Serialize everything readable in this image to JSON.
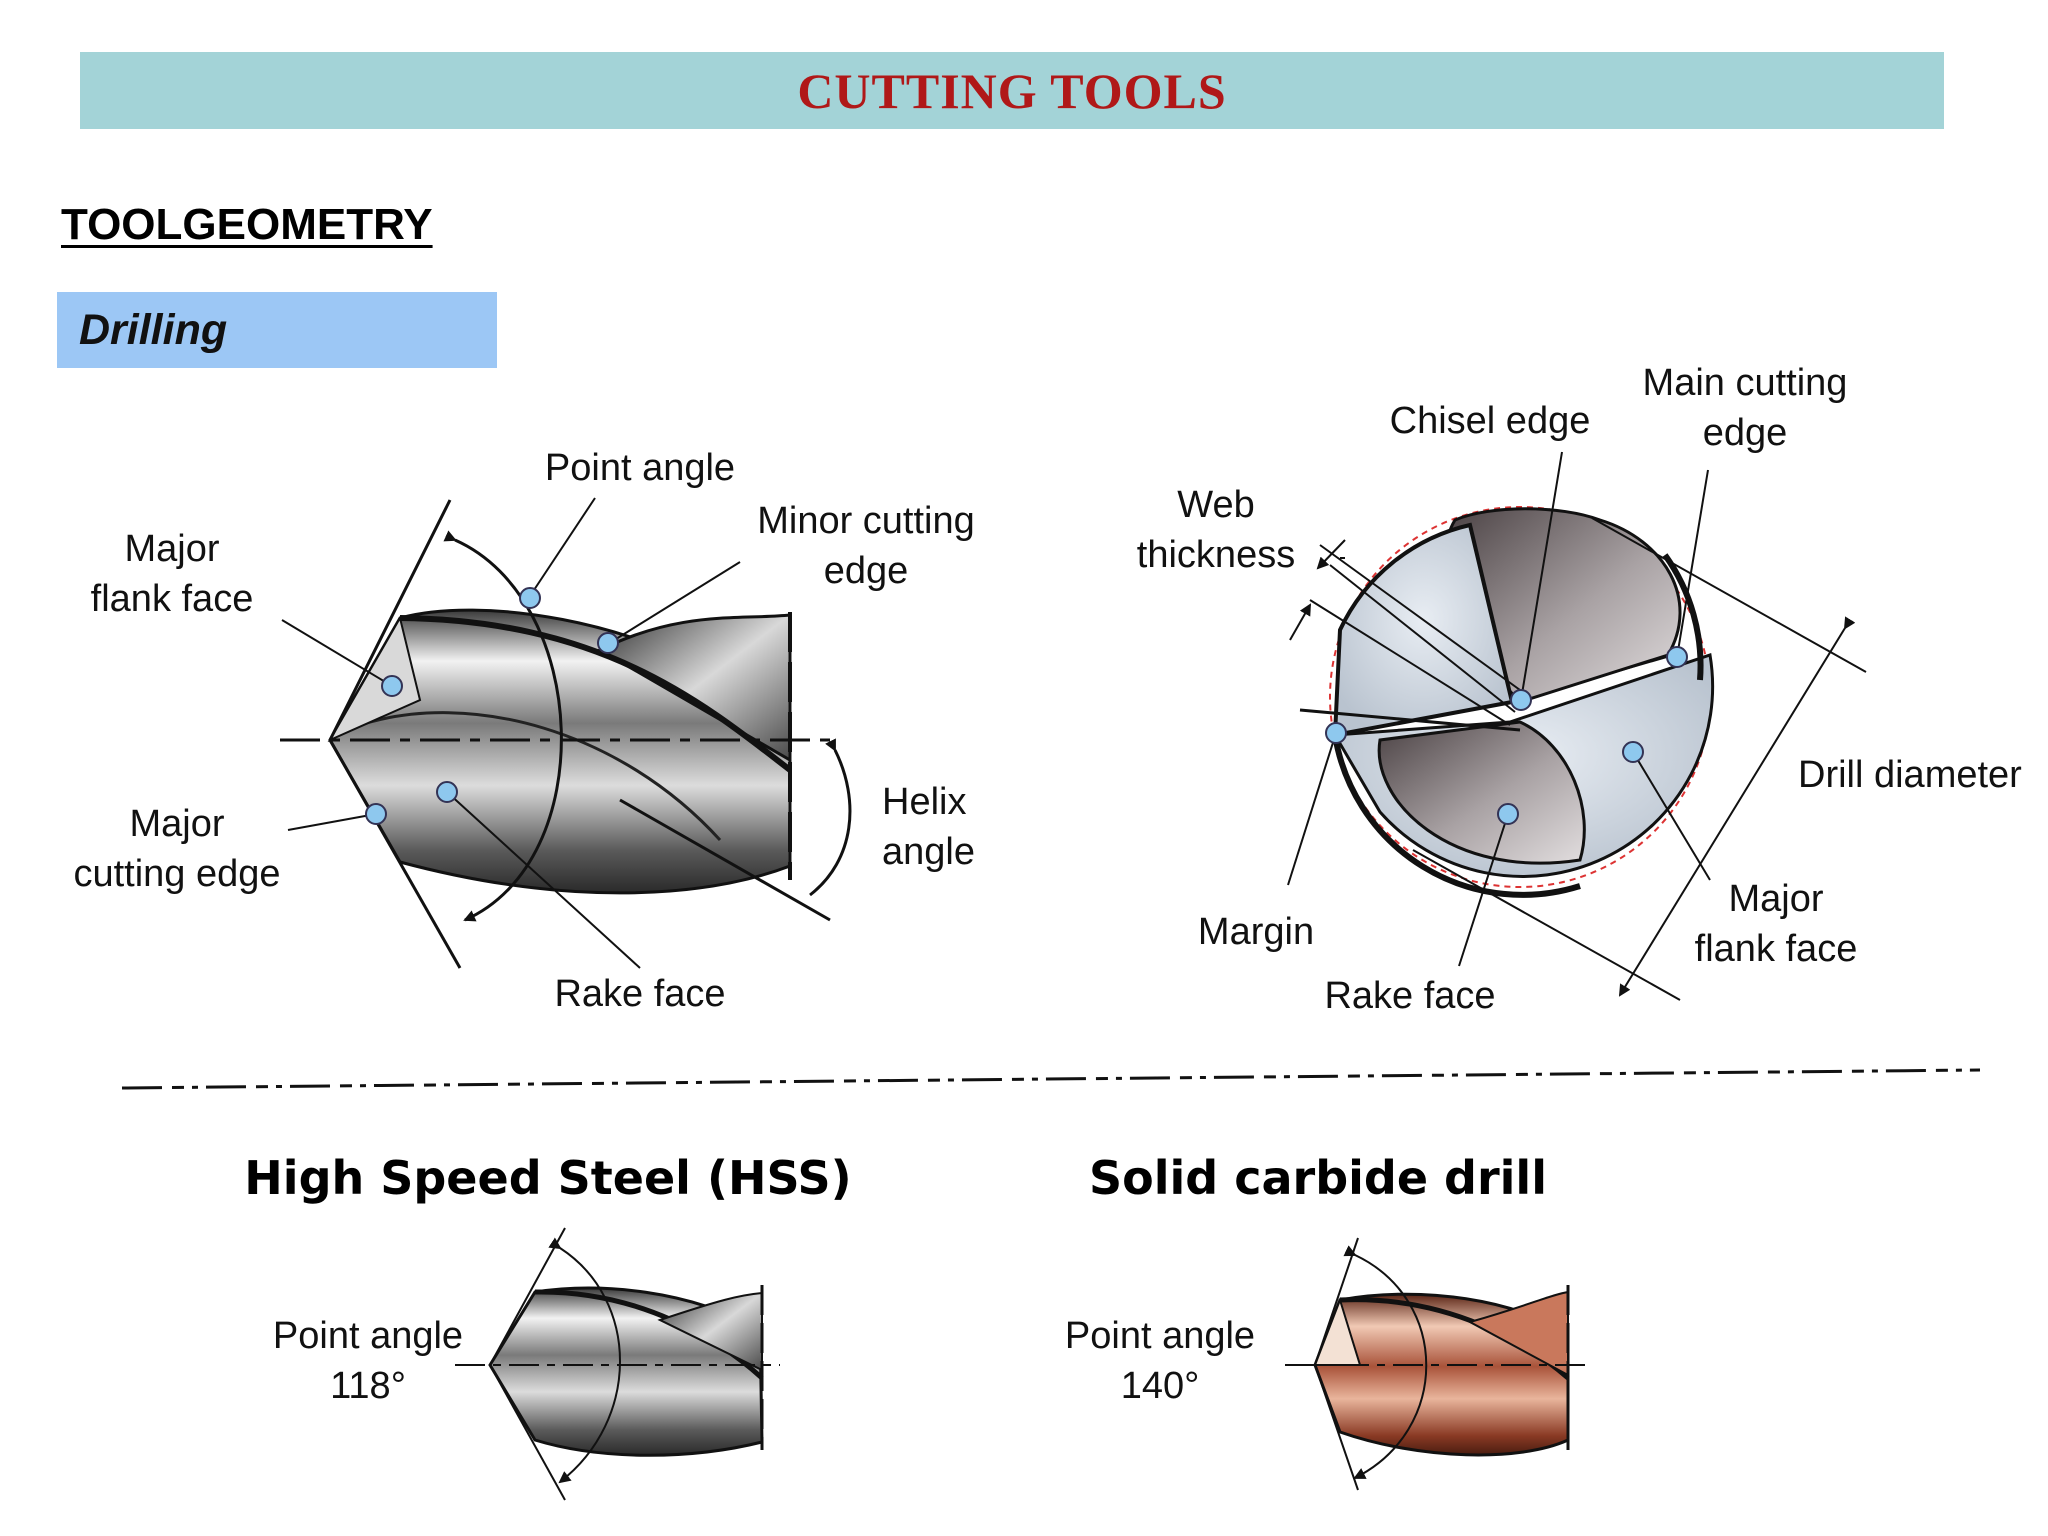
{
  "banner": {
    "title": "CUTTING TOOLS"
  },
  "section": {
    "heading": "TOOLGEOMETRY"
  },
  "subsection": {
    "label": "Drilling"
  },
  "side_view": {
    "point_angle": "Point angle",
    "minor_cutting_edge": [
      "Minor cutting",
      "edge"
    ],
    "major_flank_face": [
      "Major",
      "flank face"
    ],
    "major_cutting_edge": [
      "Major",
      "cutting edge"
    ],
    "helix_angle": [
      "Helix",
      "angle"
    ],
    "rake_face": "Rake face"
  },
  "end_view": {
    "chisel_edge": "Chisel edge",
    "main_cutting_edge": [
      "Main cutting",
      "edge"
    ],
    "web_thickness": [
      "Web",
      "thickness"
    ],
    "drill_diameter": "Drill diameter",
    "major_flank_face": [
      "Major",
      "flank face"
    ],
    "margin": "Margin",
    "rake_face": "Rake face"
  },
  "hss": {
    "title": "High Speed Steel (HSS)",
    "point_angle": [
      "Point angle",
      "118°"
    ]
  },
  "carbide": {
    "title": "Solid carbide drill",
    "point_angle": [
      "Point angle",
      "140°"
    ]
  },
  "colors": {
    "banner_bg": "#a3d3d7",
    "banner_text": "#b01818",
    "subsection_bg": "#9cc7f5",
    "marker": "#8ec8ee",
    "carbide": "#b8644a"
  }
}
